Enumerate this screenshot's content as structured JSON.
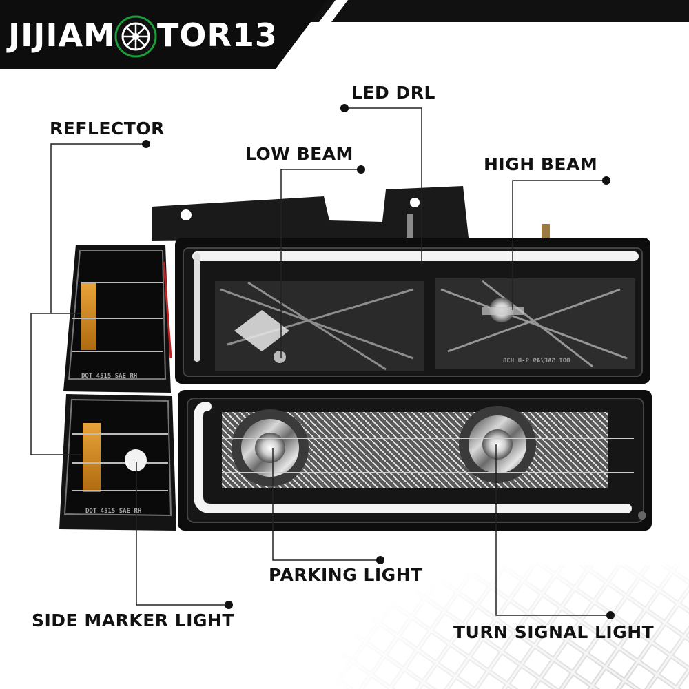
{
  "brand": {
    "name_left": "JIJIAM",
    "name_right": "TOR13",
    "wheel_icon": "tire-wheel-logo",
    "colors": {
      "banner": "#0d0d0d",
      "accent": "#1a9e3a"
    }
  },
  "product": "headlight-and-bumper-light-assembly",
  "callouts": {
    "led_drl": "LED DRL",
    "reflector": "REFLECTOR",
    "low_beam": "LOW BEAM",
    "high_beam": "HIGH BEAM",
    "parking_light": "PARKING LIGHT",
    "side_marker_light": "SIDE MARKER LIGHT",
    "turn_signal_light": "TURN SIGNAL LIGHT"
  },
  "lens_markings": {
    "corner_upper": "DOT 4515 SAE RH",
    "corner_lower": "DOT 4515 SAE RH",
    "headlight": "DOT SAE/49 9-H H38"
  }
}
